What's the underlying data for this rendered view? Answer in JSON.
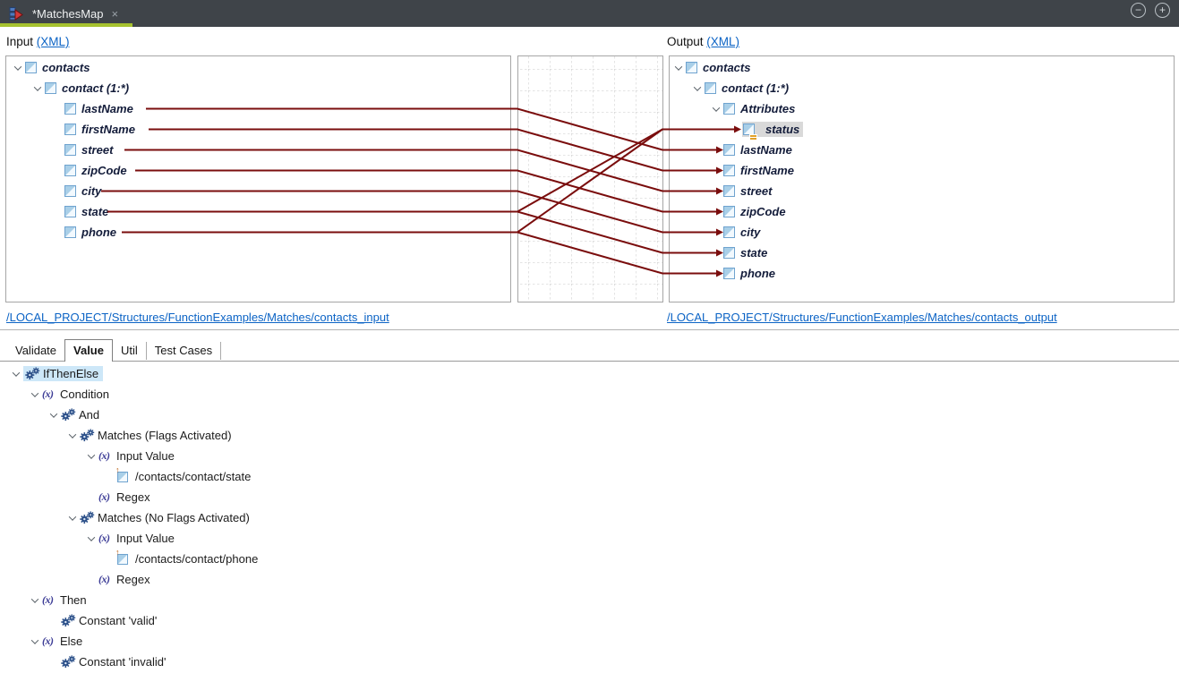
{
  "titlebar": {
    "tab_title": "*MatchesMap",
    "close_label": "×",
    "collapse_label": "−",
    "expand_label": "+"
  },
  "header": {
    "input_label": "Input ",
    "input_xml_link": "(XML)",
    "output_label": "Output ",
    "output_xml_link": "(XML)"
  },
  "input_tree": {
    "rows": [
      {
        "label": "contacts"
      },
      {
        "label": "contact (1:*)"
      },
      {
        "label": "lastName"
      },
      {
        "label": "firstName"
      },
      {
        "label": "street"
      },
      {
        "label": "zipCode"
      },
      {
        "label": "city"
      },
      {
        "label": "state"
      },
      {
        "label": "phone"
      }
    ]
  },
  "output_tree": {
    "rows": [
      {
        "label": "contacts"
      },
      {
        "label": "contact (1:*)"
      },
      {
        "label": "Attributes"
      },
      {
        "label": "status"
      },
      {
        "label": "lastName"
      },
      {
        "label": "firstName"
      },
      {
        "label": "street"
      },
      {
        "label": "zipCode"
      },
      {
        "label": "city"
      },
      {
        "label": "state"
      },
      {
        "label": "phone"
      }
    ]
  },
  "footer_links": {
    "input_path": "/LOCAL_PROJECT/Structures/FunctionExamples/Matches/contacts_input",
    "output_path": "/LOCAL_PROJECT/Structures/FunctionExamples/Matches/contacts_output"
  },
  "tabs": {
    "items": [
      {
        "label": "Validate"
      },
      {
        "label": "Value"
      },
      {
        "label": "Util"
      },
      {
        "label": "Test Cases"
      }
    ],
    "active": "Value"
  },
  "function_tree": {
    "rows": [
      {
        "label": "IfThenElse"
      },
      {
        "label": "Condition"
      },
      {
        "label": "And"
      },
      {
        "label": "Matches (Flags Activated)"
      },
      {
        "label": "Input Value"
      },
      {
        "label": "/contacts/contact/state"
      },
      {
        "label": "Regex"
      },
      {
        "label": "Matches (No Flags Activated)"
      },
      {
        "label": "Input Value"
      },
      {
        "label": "/contacts/contact/phone"
      },
      {
        "label": "Regex"
      },
      {
        "label": "Then"
      },
      {
        "label": "Constant 'valid'"
      },
      {
        "label": "Else"
      },
      {
        "label": "Constant 'invalid'"
      }
    ]
  },
  "icons": {
    "expression_icon": "(x)"
  },
  "colors": {
    "titlebar_bg": "#3f4449",
    "active_tab_accent": "#a6c22f",
    "connection_line": "#7a0d0d",
    "link_blue": "#0b63c5",
    "selection_blue": "#cde7f8",
    "highlight_gray": "#d9d9d9",
    "grid_gray": "#c8c8c8"
  }
}
